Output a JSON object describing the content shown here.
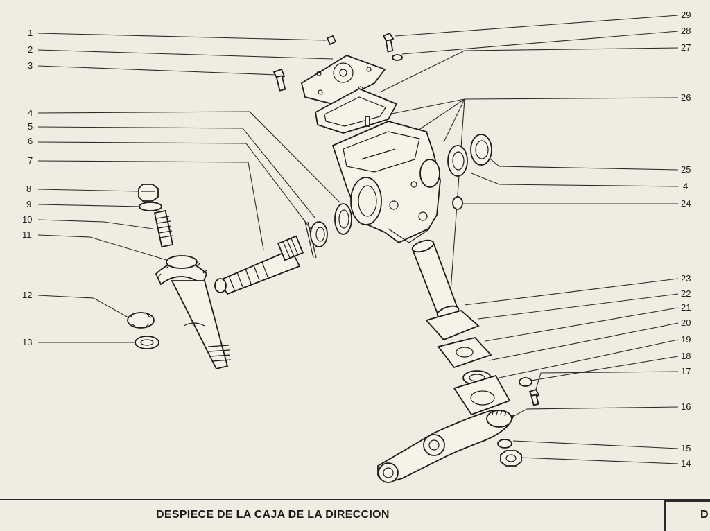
{
  "title": "DESPIECE DE LA CAJA DE LA DIRECCION",
  "page_code": "D",
  "callouts": {
    "n1": "1",
    "n2": "2",
    "n3": "3",
    "n4a": "4",
    "n5": "5",
    "n6": "6",
    "n7": "7",
    "n8": "8",
    "n9": "9",
    "n10": "10",
    "n11": "11",
    "n12": "12",
    "n13": "13",
    "n14": "14",
    "n15": "15",
    "n16": "16",
    "n17": "17",
    "n18": "18",
    "n19": "19",
    "n20": "20",
    "n21": "21",
    "n22": "22",
    "n23": "23",
    "n24": "24",
    "n25": "25",
    "n4b": "4",
    "n26": "26",
    "n27": "27",
    "n28": "28",
    "n29": "29"
  }
}
